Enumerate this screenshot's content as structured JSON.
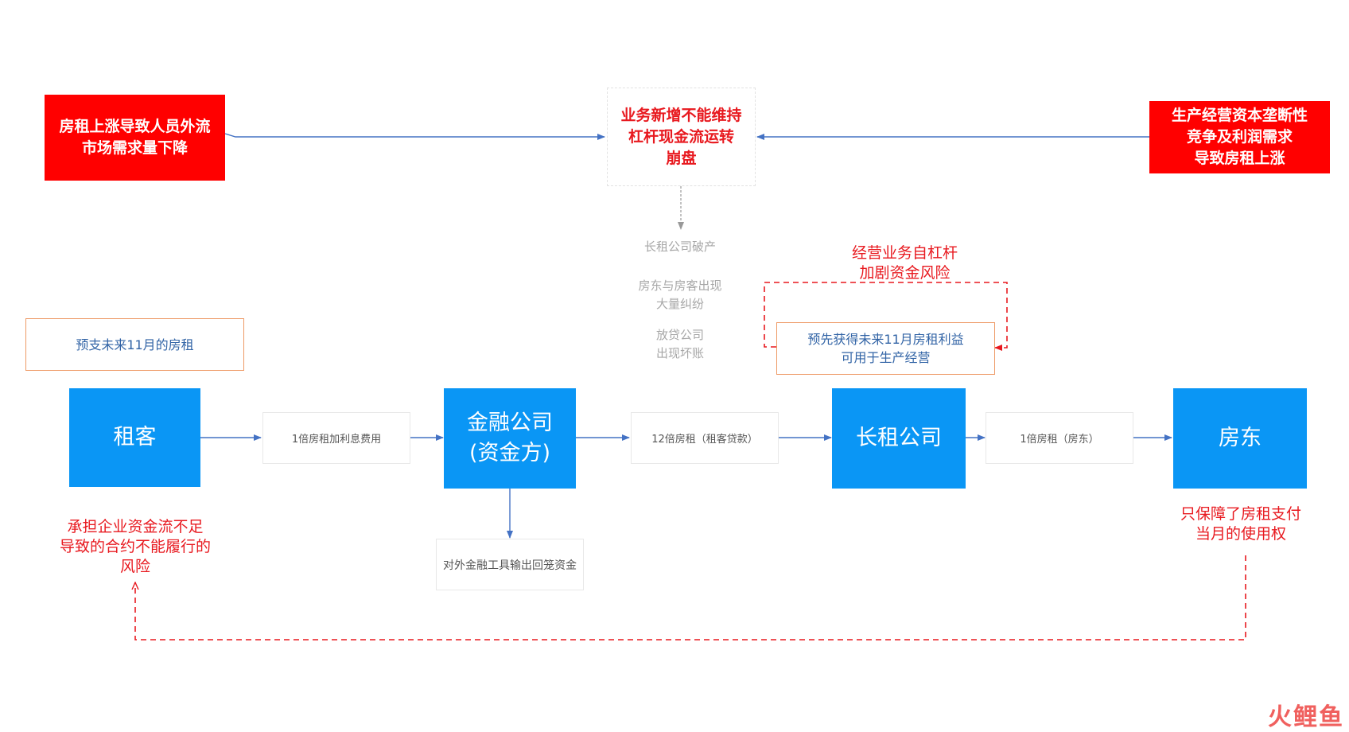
{
  "colors": {
    "red_fill": "#ff0000",
    "blue_fill": "#0a96f5",
    "connector_blue": "#4472c4",
    "dashed_red": "#e8191f",
    "gray_text": "#a7a7a7",
    "orange_border": "#ee9a66",
    "note_text": "#3264a6"
  },
  "top_row": {
    "left_cause": "房租上涨导致人员外流\n市场需求量下降",
    "center_result": "业务新增不能维持\n杠杆现金流运转\n崩盘",
    "right_cause": "生产经营资本垄断性\n竞争及利润需求\n导致房租上涨"
  },
  "consequences": {
    "item1": "长租公司破产",
    "item2": "房东与房客出现\n大量纠纷",
    "item3": "放贷公司\n出现坏账"
  },
  "leverage_note": {
    "title": "经营业务自杠杆\n加剧资金风险",
    "box": "预先获得未来11月房租利益\n可用于生产经营"
  },
  "prepay_note": "预支未来11月的房租",
  "flow": {
    "tenant": "租客",
    "link1": "1倍房租加利息费用",
    "finance": "金融公司\n(资金方)",
    "link2": "12倍房租（租客贷款）",
    "longrent": "长租公司",
    "link3": "1倍房租（房东）",
    "landlord": "房东"
  },
  "finance_output": "对外金融工具输出回笼资金",
  "risks": {
    "tenant_risk": "承担企业资金流不足\n导致的合约不能履行的\n风险",
    "landlord_risk": "只保障了房租支付\n当月的使用权"
  },
  "watermark": {
    "text": "火鲤鱼"
  }
}
